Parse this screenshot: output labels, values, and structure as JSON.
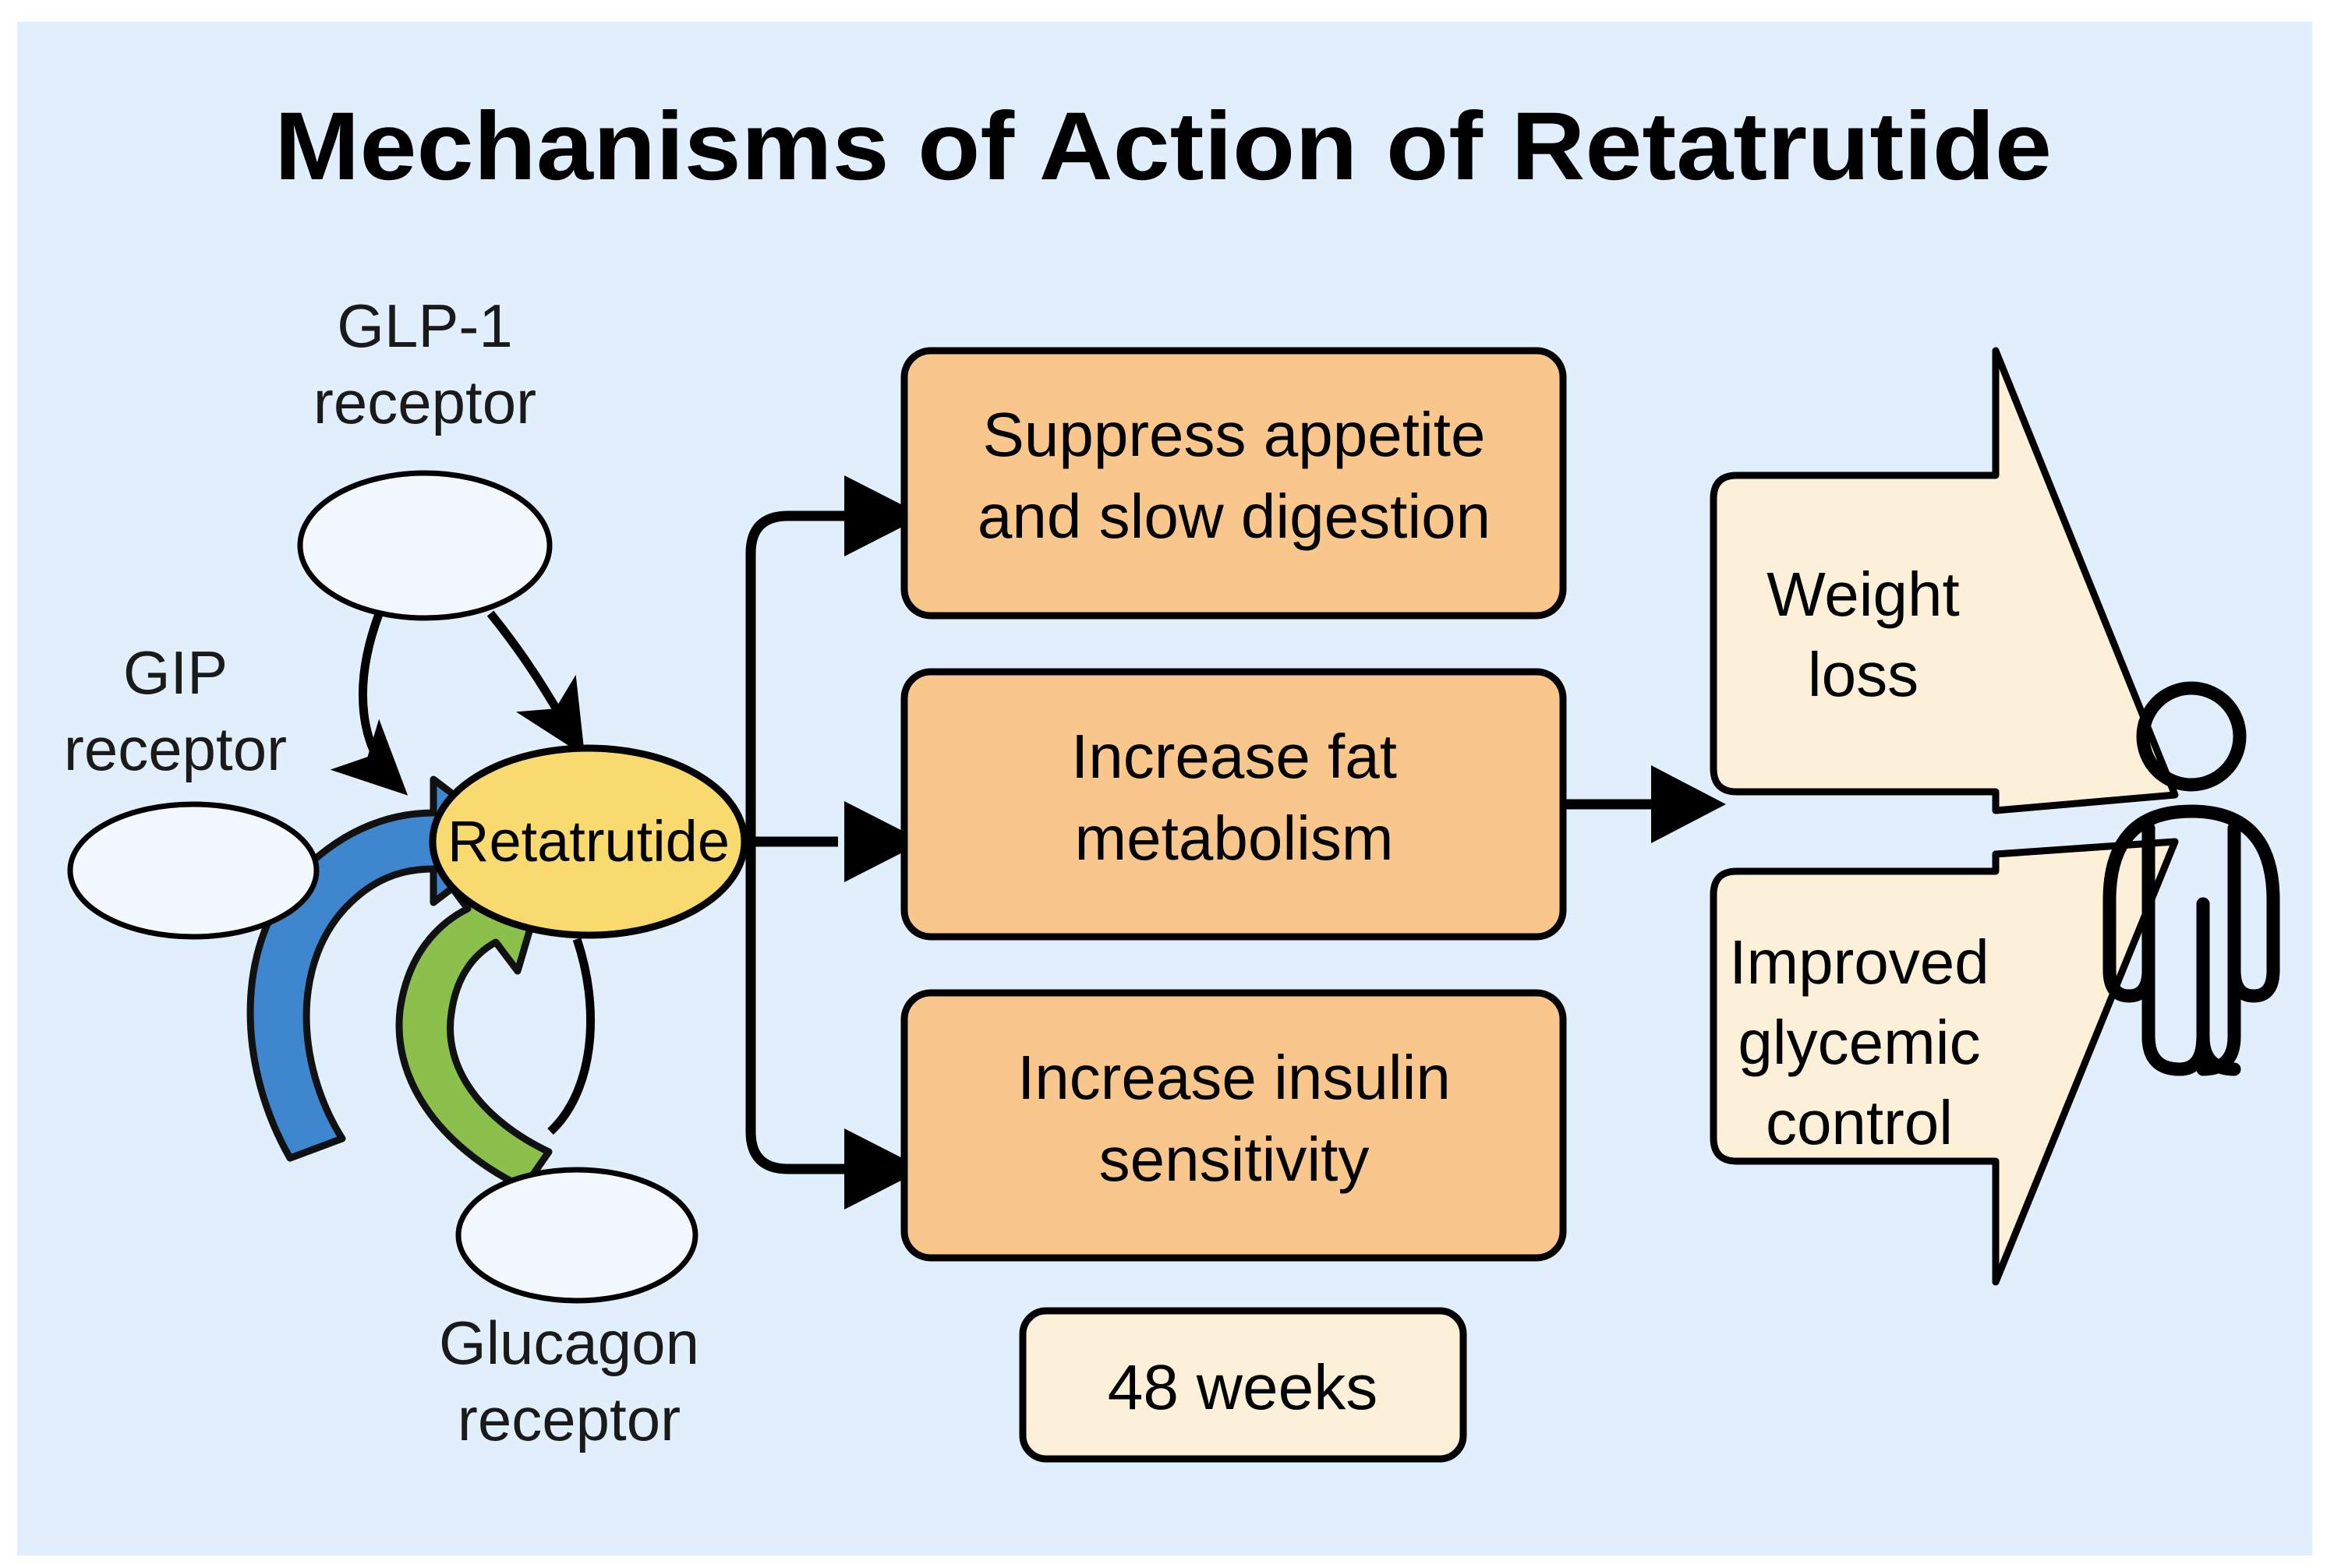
{
  "figure": {
    "title": "Mechanisms of Action of Retatrutide",
    "background_color": "#E1EFFD",
    "canvas_color": "#FFFFFF"
  },
  "central_node": {
    "label": "Retatrutide",
    "fill_color": "#F8DA6E",
    "stroke_color": "#000000"
  },
  "receptors": [
    {
      "id": "glp1",
      "label_line1": "GLP-1",
      "label_line2": "receptor",
      "fill_color": "#F2F8FE",
      "stroke_color": "#000000"
    },
    {
      "id": "gip",
      "label_line1": "GIP",
      "label_line2": "receptor",
      "fill_color": "#F2F8FE",
      "stroke_color": "#000000"
    },
    {
      "id": "glucagon",
      "label_line1": "Glucagon",
      "label_line2": "receptor",
      "fill_color": "#F2F8FE",
      "stroke_color": "#000000"
    }
  ],
  "connector_arrows": {
    "gip_to_retatrutide_color": "#3E87CE",
    "glucagon_to_retatrutide_color": "#8CC04C",
    "glp1_to_retatrutide_color": "#000000",
    "flow_color": "#000000"
  },
  "effects": [
    {
      "id": "appetite",
      "line1": "Suppress appetite",
      "line2": "and slow digestion",
      "fill_color": "#F9C68C"
    },
    {
      "id": "fat",
      "line1": "Increase fat",
      "line2": "metabolism",
      "fill_color": "#F9C68C"
    },
    {
      "id": "insulin",
      "line1": "Increase insulin",
      "line2": "sensitivity",
      "fill_color": "#F9C68C"
    }
  ],
  "duration": {
    "label": "48 weeks",
    "fill_color": "#FCF1D8"
  },
  "outcomes": [
    {
      "id": "weight-loss",
      "lines": [
        "Weight",
        "loss"
      ],
      "fill_color": "#FCF1D8"
    },
    {
      "id": "glycemic-control",
      "lines": [
        "Improved",
        "glycemic",
        "control"
      ],
      "fill_color": "#FCF1D8"
    }
  ],
  "patient": {
    "icon": "person-icon",
    "stroke_color": "#000000"
  }
}
